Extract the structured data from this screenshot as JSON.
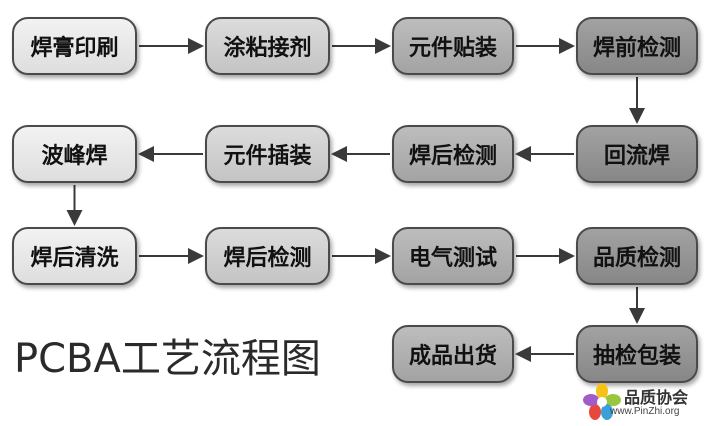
{
  "nodes": [
    {
      "id": "n1",
      "label": "焊膏印刷",
      "shade": 1
    },
    {
      "id": "n2",
      "label": "涂粘接剂",
      "shade": 2
    },
    {
      "id": "n3",
      "label": "元件贴装",
      "shade": 3
    },
    {
      "id": "n4",
      "label": "焊前检测",
      "shade": 4
    },
    {
      "id": "n5",
      "label": "回流焊",
      "shade": 4
    },
    {
      "id": "n6",
      "label": "焊后检测",
      "shade": 3
    },
    {
      "id": "n7",
      "label": "元件插装",
      "shade": 2
    },
    {
      "id": "n8",
      "label": "波峰焊",
      "shade": 1
    },
    {
      "id": "n9",
      "label": "焊后清洗",
      "shade": 1
    },
    {
      "id": "n10",
      "label": "焊后检测",
      "shade": 2
    },
    {
      "id": "n11",
      "label": "电气测试",
      "shade": 3
    },
    {
      "id": "n12",
      "label": "品质检测",
      "shade": 4
    },
    {
      "id": "n13",
      "label": "抽检包装",
      "shade": 4
    },
    {
      "id": "n14",
      "label": "成品出货",
      "shade": 3
    }
  ],
  "edges": [
    [
      "n1",
      "n2"
    ],
    [
      "n2",
      "n3"
    ],
    [
      "n3",
      "n4"
    ],
    [
      "n4",
      "n5"
    ],
    [
      "n5",
      "n6"
    ],
    [
      "n6",
      "n7"
    ],
    [
      "n7",
      "n8"
    ],
    [
      "n8",
      "n9"
    ],
    [
      "n9",
      "n10"
    ],
    [
      "n10",
      "n11"
    ],
    [
      "n11",
      "n12"
    ],
    [
      "n12",
      "n13"
    ],
    [
      "n13",
      "n14"
    ]
  ],
  "title": "PCBA工艺流程图",
  "watermark": {
    "name": "品质协会",
    "url": "www.PinZhi.org"
  },
  "colors": {
    "arrow": "#3a3a3a",
    "border": "#4a4a4a"
  }
}
